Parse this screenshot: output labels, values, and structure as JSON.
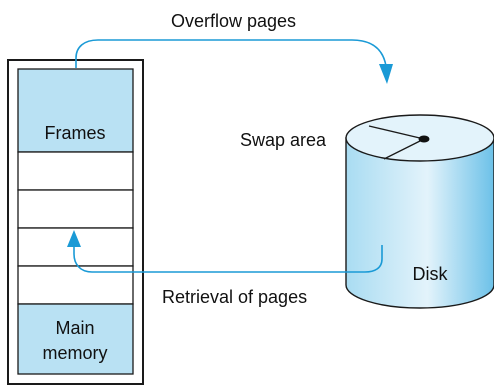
{
  "labels": {
    "overflow": "Overflow pages",
    "retrieval": "Retrieval of pages",
    "frames": "Frames",
    "main_line1": "Main",
    "main_line2": "memory",
    "swap": "Swap area",
    "disk": "Disk"
  },
  "colors": {
    "frame_fill": "#b9e1f3",
    "empty_fill": "#ffffff",
    "outline": "#1a1a1a",
    "arrow": "#1a9ad6",
    "disk_light": "#e3f3fb",
    "disk_mid": "#a9dcf2",
    "disk_dark": "#6cc1e8"
  },
  "icons": {
    "arrow_head": "arrowhead-icon",
    "disk_spindle": "spindle-icon"
  }
}
